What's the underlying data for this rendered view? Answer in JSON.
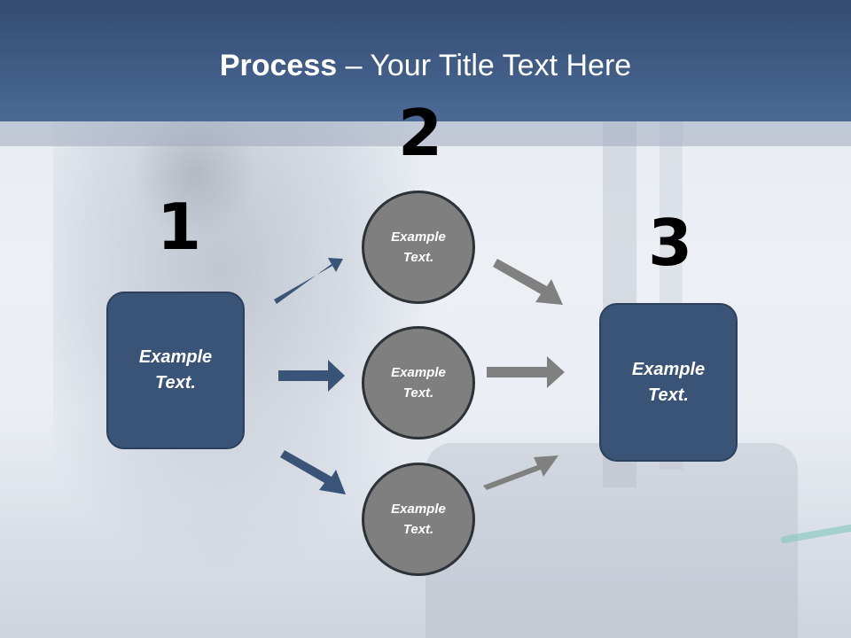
{
  "title": {
    "bold": "Process",
    "rest": " – Your Title Text Here"
  },
  "steps": {
    "one": {
      "number": "1",
      "text": "Example Text."
    },
    "two": {
      "number": "2"
    },
    "three": {
      "number": "3",
      "text": "Example Text."
    }
  },
  "circles": [
    {
      "text": "Example Text."
    },
    {
      "text": "Example Text."
    },
    {
      "text": "Example Text."
    }
  ],
  "colors": {
    "header": "#3b5680",
    "box": "#3a5478",
    "circle": "#7f7f7f",
    "arrow_left": "#3a5478",
    "arrow_right": "#808080"
  }
}
